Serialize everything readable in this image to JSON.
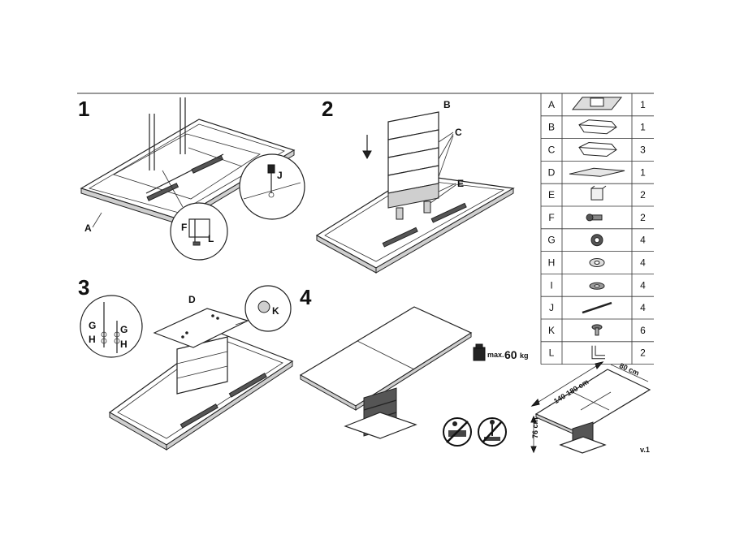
{
  "steps": {
    "s1": "1",
    "s2": "2",
    "s3": "3",
    "s4": "4"
  },
  "callouts": {
    "A": "A",
    "B": "B",
    "C": "C",
    "D": "D",
    "E": "E",
    "F": "F",
    "J": "J",
    "K": "K",
    "L": "L",
    "G1": "G",
    "H1": "H",
    "G2": "G",
    "H2": "H"
  },
  "load": {
    "label": "max.",
    "value": "60",
    "unit": "kg"
  },
  "dimensions": {
    "length": "140-180 cm",
    "width": "80 cm",
    "height": "76 cm"
  },
  "version": "v.1",
  "parts": [
    {
      "letter": "A",
      "qty": "1",
      "icon": "table-top-icon"
    },
    {
      "letter": "B",
      "qty": "1",
      "icon": "leg-cover-top-icon"
    },
    {
      "letter": "C",
      "qty": "3",
      "icon": "leg-segment-icon"
    },
    {
      "letter": "D",
      "qty": "1",
      "icon": "base-plate-icon"
    },
    {
      "letter": "E",
      "qty": "2",
      "icon": "spacer-block-icon"
    },
    {
      "letter": "F",
      "qty": "2",
      "icon": "bolt-icon"
    },
    {
      "letter": "G",
      "qty": "4",
      "icon": "nut-icon"
    },
    {
      "letter": "H",
      "qty": "4",
      "icon": "washer-icon"
    },
    {
      "letter": "I",
      "qty": "4",
      "icon": "lock-washer-icon"
    },
    {
      "letter": "J",
      "qty": "4",
      "icon": "threaded-rod-icon"
    },
    {
      "letter": "K",
      "qty": "6",
      "icon": "screw-icon"
    },
    {
      "letter": "L",
      "qty": "2",
      "icon": "bracket-icon"
    }
  ]
}
